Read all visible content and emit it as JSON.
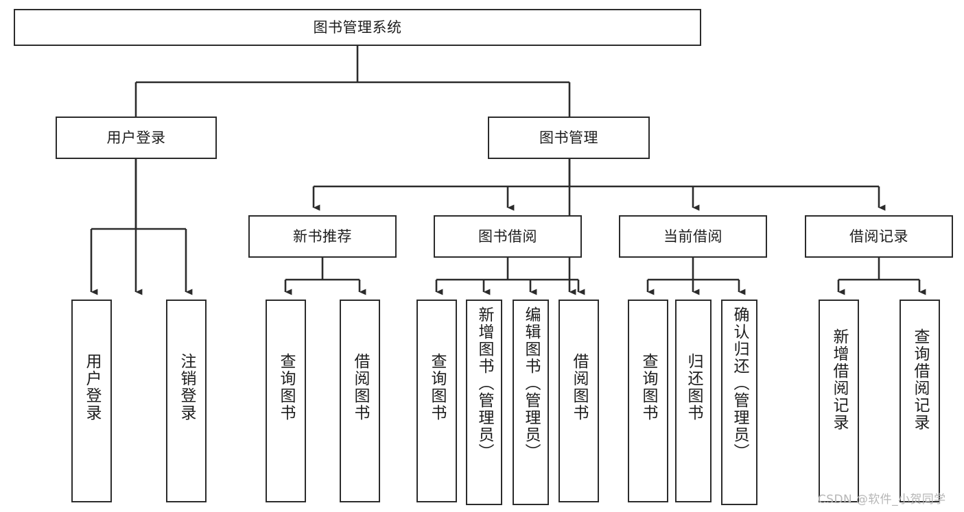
{
  "diagram": {
    "title": "图书管理系统",
    "nodes": {
      "root": {
        "label": "图书管理系统"
      },
      "level2": [
        {
          "id": "user-login",
          "label": "用户登录"
        },
        {
          "id": "book-manage",
          "label": "图书管理"
        }
      ],
      "level3": [
        {
          "id": "new-book-recommend",
          "label": "新书推荐"
        },
        {
          "id": "book-borrow",
          "label": "图书借阅"
        },
        {
          "id": "current-borrow",
          "label": "当前借阅"
        },
        {
          "id": "borrow-record",
          "label": "借阅记录"
        }
      ],
      "leaves": {
        "user_login": [
          {
            "id": "leaf-user-login",
            "label": "用户登录"
          },
          {
            "id": "leaf-logout-login",
            "label": "注销登录"
          }
        ],
        "new_book_recommend": [
          {
            "id": "leaf-query-book-1",
            "label": "查询图书"
          },
          {
            "id": "leaf-borrow-book-1",
            "label": "借阅图书"
          }
        ],
        "book_borrow": [
          {
            "id": "leaf-query-book-2",
            "label": "查询图书"
          },
          {
            "id": "leaf-add-book",
            "label": "新增图书（管理员）"
          },
          {
            "id": "leaf-edit-book",
            "label": "编辑图书（管理员）"
          },
          {
            "id": "leaf-borrow-book-2",
            "label": "借阅图书"
          }
        ],
        "current_borrow": [
          {
            "id": "leaf-query-book-3",
            "label": "查询图书"
          },
          {
            "id": "leaf-return-book",
            "label": "归还图书"
          },
          {
            "id": "leaf-confirm-return",
            "label": "确认归还（管理员）"
          }
        ],
        "borrow_record": [
          {
            "id": "leaf-add-record",
            "label": "新增借阅记录"
          },
          {
            "id": "leaf-query-record",
            "label": "查询借阅记录"
          }
        ]
      }
    },
    "colors": {
      "border": "#2b2b2b",
      "background": "#ffffff",
      "text": "#1d1d1d",
      "connector": "#2b2b2b",
      "watermark": "#b6b6b6"
    }
  },
  "watermark": {
    "text": "CSDN @软件_小贺同学"
  }
}
